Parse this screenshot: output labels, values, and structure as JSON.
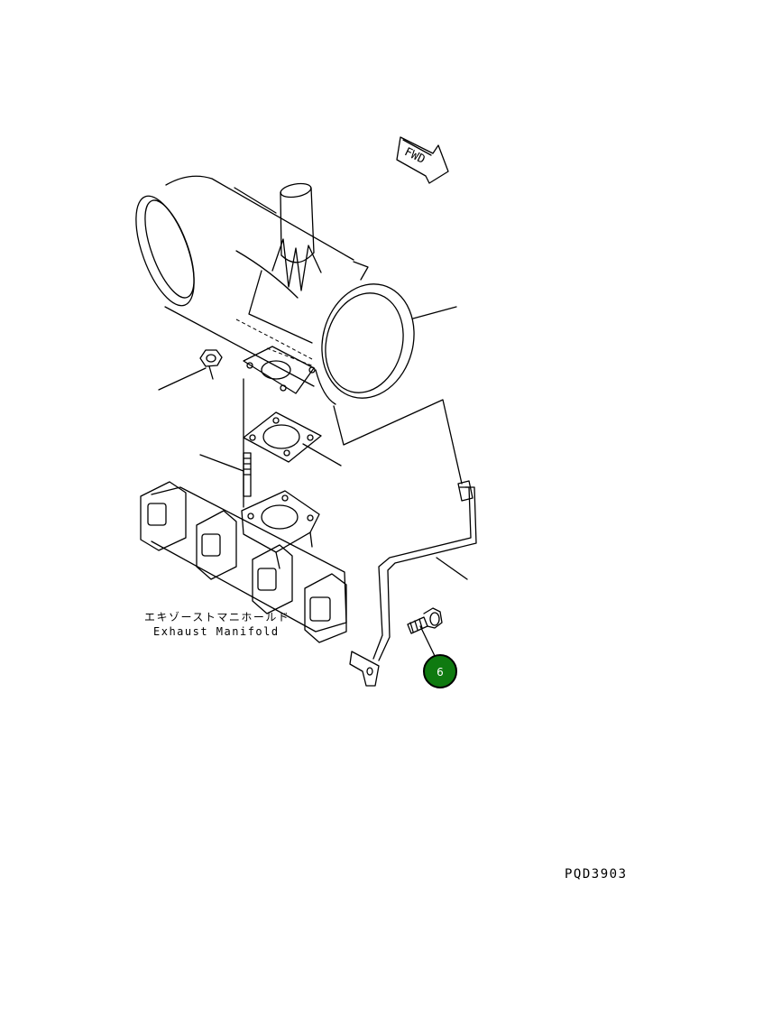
{
  "fwd_arrow": {
    "label": "FWD"
  },
  "part_label": {
    "line1": "エキゾーストマニホールド",
    "line2": "Exhaust Manifold"
  },
  "callouts": [
    {
      "number": "6",
      "color": "#0f7a10"
    }
  ],
  "drawing_code": "PQD3903"
}
